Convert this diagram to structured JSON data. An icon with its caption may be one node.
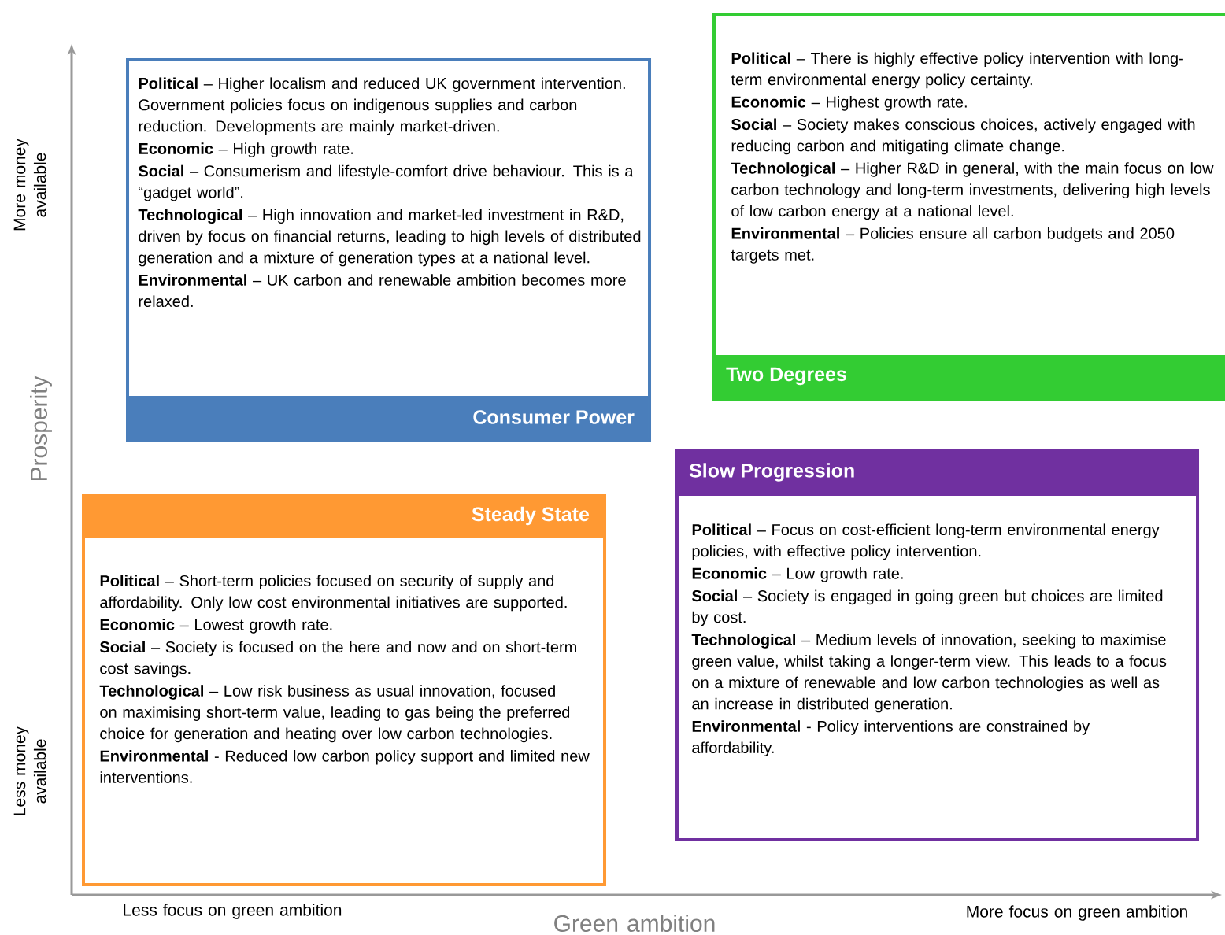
{
  "diagram": {
    "nodes": [
      {
        "text": [
          "**Political** – Higher localism and reduced UK government intervention. Government policies focus on indigenous supplies and carbon reduction. Developments are mainly market-driven.",
          "**Economic** – High growth rate.",
          "**Social** – Consumerism and lifestyle-comfort drive behaviour. This is a “gadget world”.",
          "**Technological** – High innovation and market-led investment in R&D, driven by focus on financial returns, leading to high levels of distributed generation and a mixture of generation types at a national level.",
          "**Environmental** – UK carbon and renewable ambition becomes more relaxed.",
          "Consumer Power"
        ]
      },
      {
        "text": [
          "**Political** – There is highly effective policy intervention with long-term environmental energy policy certainty.",
          "**Economic** – Highest growth rate.",
          "**Social** – Society makes conscious choices, actively engaged with reducing carbon and mitigating climate change.",
          "**Technological** – Higher R&D in general, with the main focus on low carbon technology and long-term investments, delivering high levels of low carbon energy at a national level.",
          "**Environmental** – Policies ensure all carbon budgets and 2050 targets met.",
          "Two Degrees"
        ]
      },
      {
        "text": [
          "Steady State",
          "**Political** – Short-term policies focused on security of supply and affordability. Only low cost environmental initiatives are supported.",
          "**Economic** – Lowest growth rate.",
          "**Social** – Society is focused on the here and now and on short-term cost savings.",
          "**Technological** – Low risk business as usual innovation, focused on maximising short-term value, leading to gas being the preferred choice for generation and heating over low carbon technologies.",
          "**Environmental** - Reduced low carbon policy support and limited new interventions."
        ]
      },
      {
        "text": [
          "Slow Progression",
          "**Political** – Focus on cost-efficient long-term environmental energy policies, with effective policy intervention.",
          "**Economic** – Low growth rate.",
          "**Social** – Society is engaged in going green but choices are limited by cost.",
          "**Technological** – Medium levels of innovation, seeking to maximise green value, whilst taking a longer-term view. This leads to a focus on a mixture of renewable and low carbon technologies as well as an increase in distributed generation.",
          "**Environmental** - Policy interventions are constrained by affordability."
        ]
      }
    ],
    "labels": [
      "More money available",
      "Prosperity",
      "Less money available",
      "Less focus on green ambition",
      "Green ambition",
      "More focus on green ambition"
    ]
  }
}
